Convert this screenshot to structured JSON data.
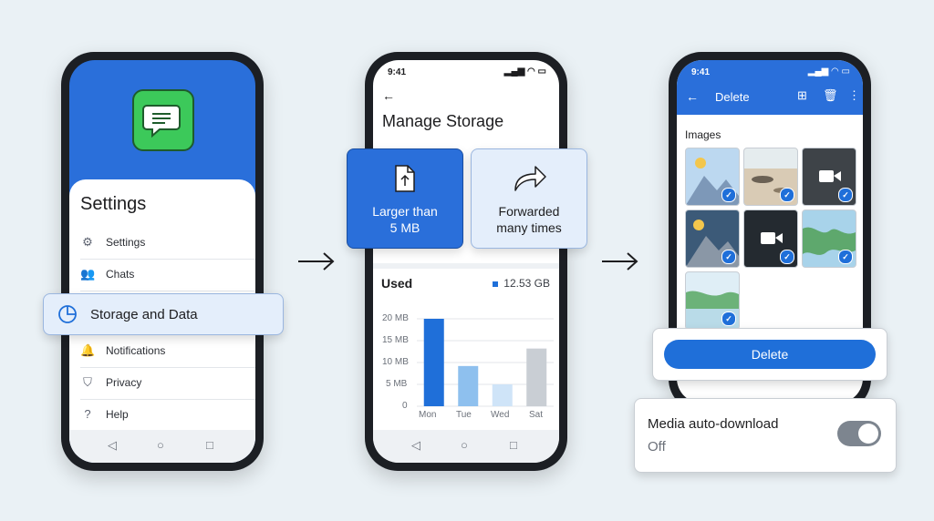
{
  "colors": {
    "accent": "#1f6fd9",
    "background": "#eaf1f5",
    "chat_icon_green": "#3cc95a"
  },
  "phone1": {
    "title": "Settings",
    "menu": [
      {
        "label": "Settings",
        "icon": "gear-icon"
      },
      {
        "label": "Chats",
        "icon": "people-icon"
      },
      {
        "label": "Notifications",
        "icon": "bell-icon"
      },
      {
        "label": "Privacy",
        "icon": "shield-icon"
      },
      {
        "label": "Help",
        "icon": "help-icon"
      }
    ],
    "highlight": {
      "label": "Storage and Data",
      "icon": "pie-chart-icon"
    }
  },
  "phone2": {
    "time": "9:41",
    "title": "Manage Storage",
    "card_large": {
      "line1": "Larger than",
      "line2": "5 MB"
    },
    "card_forwarded": {
      "line1": "Forwarded",
      "line2": "many times"
    },
    "used_label": "Used",
    "used_total": "12.53 GB"
  },
  "chart_data": {
    "type": "bar",
    "categories": [
      "Mon",
      "Tue",
      "Wed",
      "Sat"
    ],
    "values": [
      20,
      9.2,
      5,
      13.2
    ],
    "ylim": [
      0,
      20
    ],
    "yticks": [
      "20 MB",
      "15 MB",
      "10 MB",
      "5 MB",
      "0"
    ],
    "colors": [
      "#1f6fd9",
      "#8ec0ee",
      "#cfe4f8",
      "#c9ced4"
    ],
    "grid": true
  },
  "phone3": {
    "time": "9:41",
    "header_title": "Delete",
    "section_label": "Images",
    "delete_button": "Delete"
  },
  "auto_download": {
    "title": "Media auto-download",
    "value": "Off"
  }
}
